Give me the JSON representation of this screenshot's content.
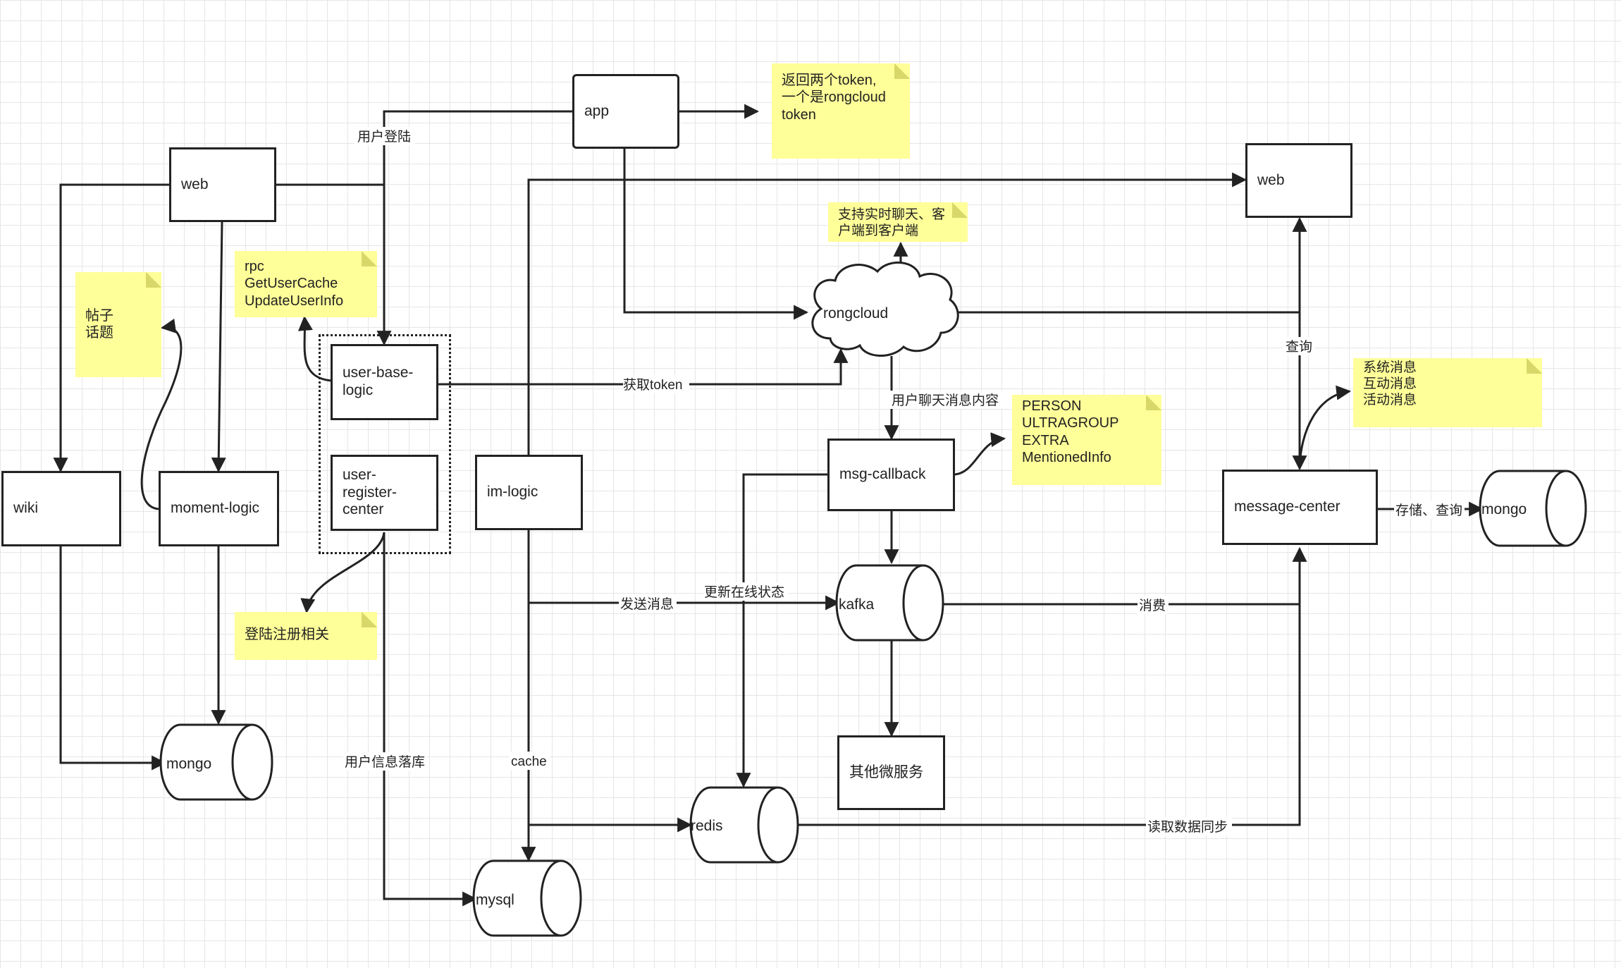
{
  "colors": {
    "line": "#222222",
    "note_bg": "#ffff99",
    "grid": "#e6e6e6"
  },
  "nodes": {
    "app": "app",
    "web_left": "web",
    "web_right": "web",
    "wiki": "wiki",
    "moment_logic": "moment-logic",
    "user_base_logic": "user-base-\nlogic",
    "user_register_center": "user-\nregister-\ncenter",
    "im_logic": "im-logic",
    "msg_callback": "msg-callback",
    "message_center": "message-center",
    "other_services": "其他微服务",
    "rongcloud": "rongcloud",
    "mongo_left": "mongo",
    "mongo_right": "mongo",
    "mysql": "mysql",
    "redis": "redis",
    "kafka": "kafka"
  },
  "notes": {
    "token_note": "返回两个token,\n一个是rongcloud\ntoken",
    "rongcloud_note": "支持实时聊天、客\n户端到客户端",
    "post_note": "帖子\n话题",
    "rpc_note": "rpc\nGetUserCache\nUpdateUserInfo",
    "login_note": "登陆注册相关",
    "msg_type_note": "PERSON\nULTRAGROUP\nEXTRA\nMentionedInfo",
    "system_msg_note": "系统消息\n互动消息\n活动消息"
  },
  "edge_labels": {
    "user_login": "用户登陆",
    "get_token": "获取token",
    "chat_content": "用户聊天消息内容",
    "query": "查询",
    "send_msg": "发送消息",
    "update_online": "更新在线状态",
    "consume": "消费",
    "store_query": "存储、查询",
    "user_info_store": "用户信息落库",
    "cache": "cache",
    "read_sync": "读取数据同步"
  }
}
